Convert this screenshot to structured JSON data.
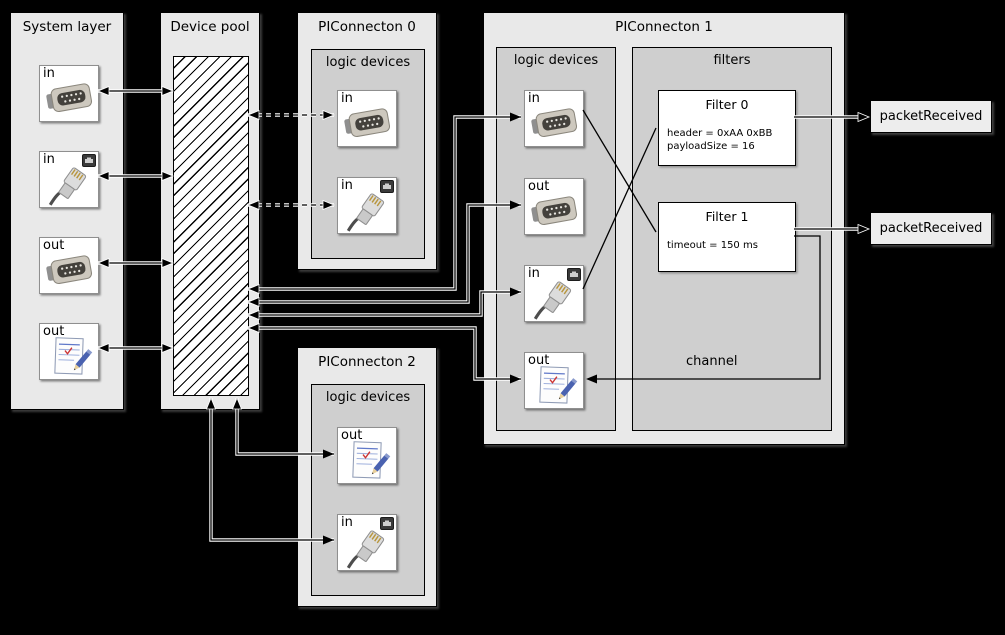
{
  "system_layer": {
    "title": "System layer",
    "devices": [
      {
        "label": "in",
        "type": "serial"
      },
      {
        "label": "in",
        "type": "ethernet"
      },
      {
        "label": "out",
        "type": "serial"
      },
      {
        "label": "out",
        "type": "document"
      }
    ]
  },
  "device_pool": {
    "title": "Device pool"
  },
  "piconnecton_0": {
    "title": "PIConnecton 0",
    "section_title": "logic devices",
    "devices": [
      {
        "label": "in",
        "type": "serial"
      },
      {
        "label": "in",
        "type": "ethernet"
      }
    ]
  },
  "piconnecton_2": {
    "title": "PIConnecton 2",
    "section_title": "logic devices",
    "devices": [
      {
        "label": "out",
        "type": "document"
      },
      {
        "label": "in",
        "type": "ethernet"
      }
    ]
  },
  "piconnecton_1": {
    "title": "PIConnecton 1",
    "logic_section_title": "logic devices",
    "filters_section_title": "filters",
    "devices": [
      {
        "label": "in",
        "type": "serial"
      },
      {
        "label": "out",
        "type": "serial"
      },
      {
        "label": "in",
        "type": "ethernet"
      },
      {
        "label": "out",
        "type": "document"
      }
    ],
    "filters": [
      {
        "title": "Filter 0",
        "params": [
          "header = 0xAA 0xBB",
          "payloadSize = 16"
        ]
      },
      {
        "title": "Filter 1",
        "params": [
          "timeout = 150 ms"
        ]
      }
    ],
    "channel_label": "channel"
  },
  "events": [
    {
      "label": "packetReceived"
    },
    {
      "label": "packetReceived"
    }
  ],
  "connections": {
    "system_to_pool": "bidirectional arrows for each system device",
    "pool_to_piconnecton0": "dashed bidirectional arrows",
    "pool_to_piconnecton1": "bidirectional bent arrows to each logic device",
    "pool_to_piconnecton2": "bidirectional bent arrows",
    "logic_to_filters": "in devices wired to Filter 0 / Filter 1 (crossing)",
    "filters_to_events": "Filter 0 and Filter 1 emit packetReceived",
    "channel": "Filter 1 channel routed back to out document device"
  },
  "colors": {
    "background": "#000000",
    "panel": "#e9e9e9",
    "section": "#cfcfcf",
    "device_box": "#ffffff"
  }
}
